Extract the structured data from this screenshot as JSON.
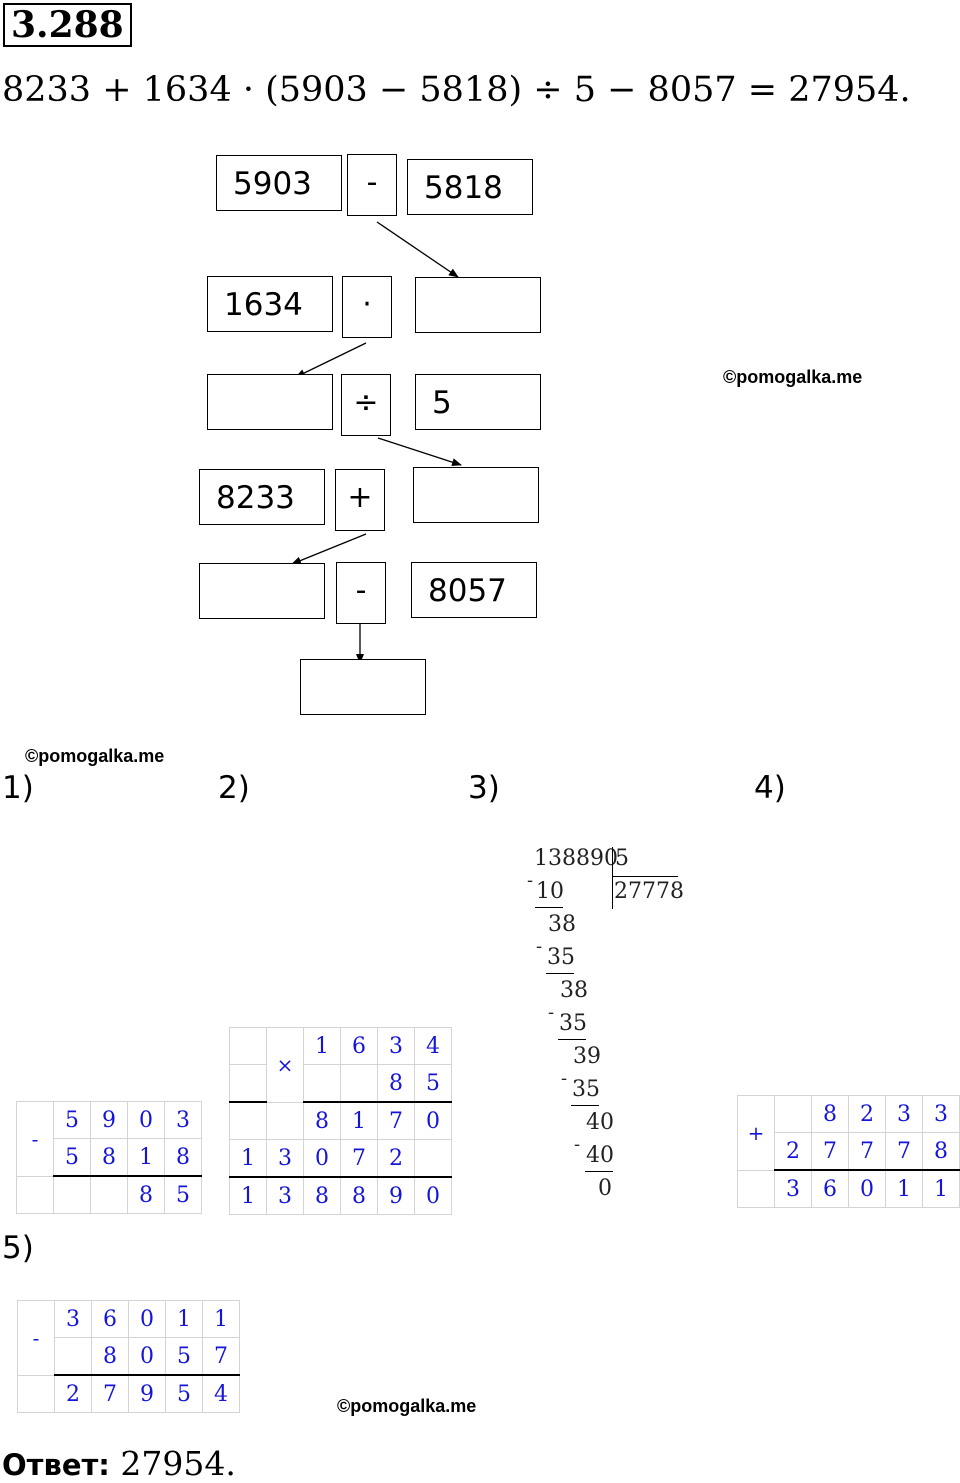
{
  "task_number": "3.288",
  "expression": "8233 + 1634 · (5903 − 5818) ÷ 5 − 8057 = 27954.",
  "scheme": {
    "row1": {
      "left": "5903",
      "op": "-",
      "right": "5818"
    },
    "row2": {
      "left": "1634",
      "op": "·",
      "right": ""
    },
    "row3": {
      "left": "",
      "op": "÷",
      "right": "5"
    },
    "row4": {
      "left": "8233",
      "op": "+",
      "right": ""
    },
    "row5": {
      "left": "",
      "op": "-",
      "right": "8057"
    },
    "result": ""
  },
  "watermark": "©pomogalka.me",
  "step_labels": [
    "1)",
    "2)",
    "3)",
    "4)",
    "5)"
  ],
  "step1": {
    "op": "-",
    "rows": [
      [
        "",
        "5",
        "9",
        "0",
        "3"
      ],
      [
        "",
        "5",
        "8",
        "1",
        "8"
      ],
      [
        "",
        "",
        "",
        "8",
        "5"
      ]
    ]
  },
  "step2": {
    "op": "×",
    "rows": [
      [
        "",
        "",
        "1",
        "6",
        "3",
        "4"
      ],
      [
        "",
        "",
        "",
        "",
        "8",
        "5"
      ],
      [
        "",
        "",
        "8",
        "1",
        "7",
        "0"
      ],
      [
        "1",
        "3",
        "0",
        "7",
        "2",
        ""
      ],
      [
        "1",
        "3",
        "8",
        "8",
        "9",
        "0"
      ]
    ]
  },
  "step3": {
    "dividend": "138890",
    "divisor": "5",
    "quotient": "27778",
    "lines": [
      "10",
      "38",
      "35",
      "38",
      "35",
      "39",
      "35",
      "40",
      "40",
      "0"
    ],
    "minus": "-"
  },
  "step4": {
    "op": "+",
    "rows": [
      [
        "",
        "",
        "8",
        "2",
        "3",
        "3"
      ],
      [
        "",
        "2",
        "7",
        "7",
        "7",
        "8"
      ],
      [
        "",
        "3",
        "6",
        "0",
        "1",
        "1"
      ]
    ]
  },
  "step5": {
    "op": "-",
    "rows": [
      [
        "",
        "3",
        "6",
        "0",
        "1",
        "1"
      ],
      [
        "",
        "",
        "8",
        "0",
        "5",
        "7"
      ],
      [
        "",
        "2",
        "7",
        "9",
        "5",
        "4"
      ]
    ]
  },
  "answer": {
    "label": "Ответ:",
    "value": "27954."
  }
}
